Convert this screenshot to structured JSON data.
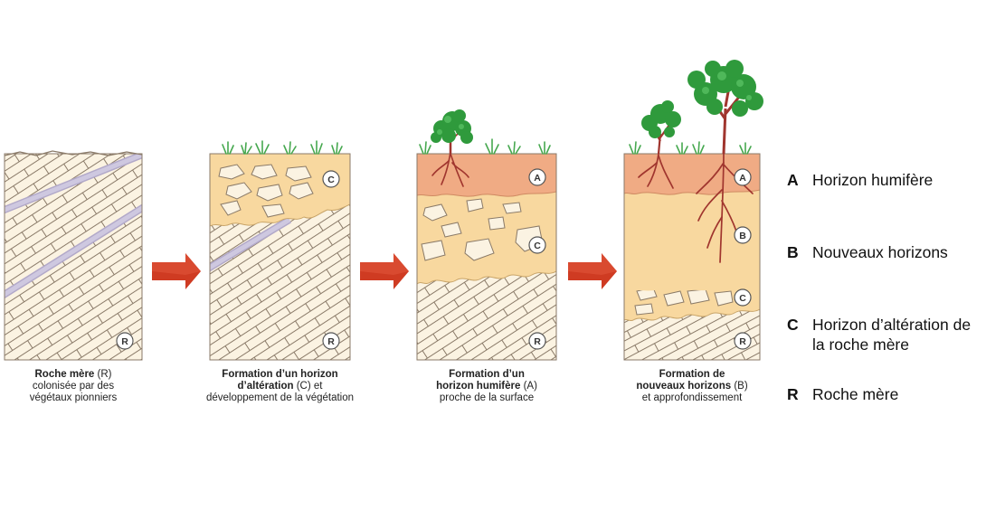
{
  "horizon_badges": {
    "A": "A",
    "B": "B",
    "C": "C",
    "R": "R"
  },
  "colors": {
    "rock_fill": "#fbf3e2",
    "rock_line": "#8a7a68",
    "vein": "#c6bfd8",
    "alteration": "#f8d89f",
    "humus": "#f0ab84",
    "arrow": "#cf3b22",
    "leaf": "#2f9a3c",
    "root": "#a0352e"
  },
  "stages": [
    {
      "title": "Roche mère",
      "title_suffix": " (R)",
      "line2_bold": "",
      "line2": "colonisée par des",
      "line3": "végétaux pionniers"
    },
    {
      "title": "Formation d’un horizon",
      "title_suffix": "",
      "line2_bold": "d’altération",
      "line2": " (C) et",
      "line3": "développement de la végétation"
    },
    {
      "title": "Formation d’un",
      "title_suffix": "",
      "line2_bold": "horizon humifère",
      "line2": " (A)",
      "line3": "proche de la surface"
    },
    {
      "title": "Formation de",
      "title_suffix": "",
      "line2_bold": "nouveaux horizons",
      "line2": " (B)",
      "line3": "et approfondissement"
    }
  ],
  "legend": [
    {
      "key": "A",
      "text": "Horizon humifère"
    },
    {
      "key": "B",
      "text": "Nouveaux horizons"
    },
    {
      "key": "C",
      "text": "Horizon d’altération de la roche mère"
    },
    {
      "key": "R",
      "text": "Roche mère"
    }
  ]
}
